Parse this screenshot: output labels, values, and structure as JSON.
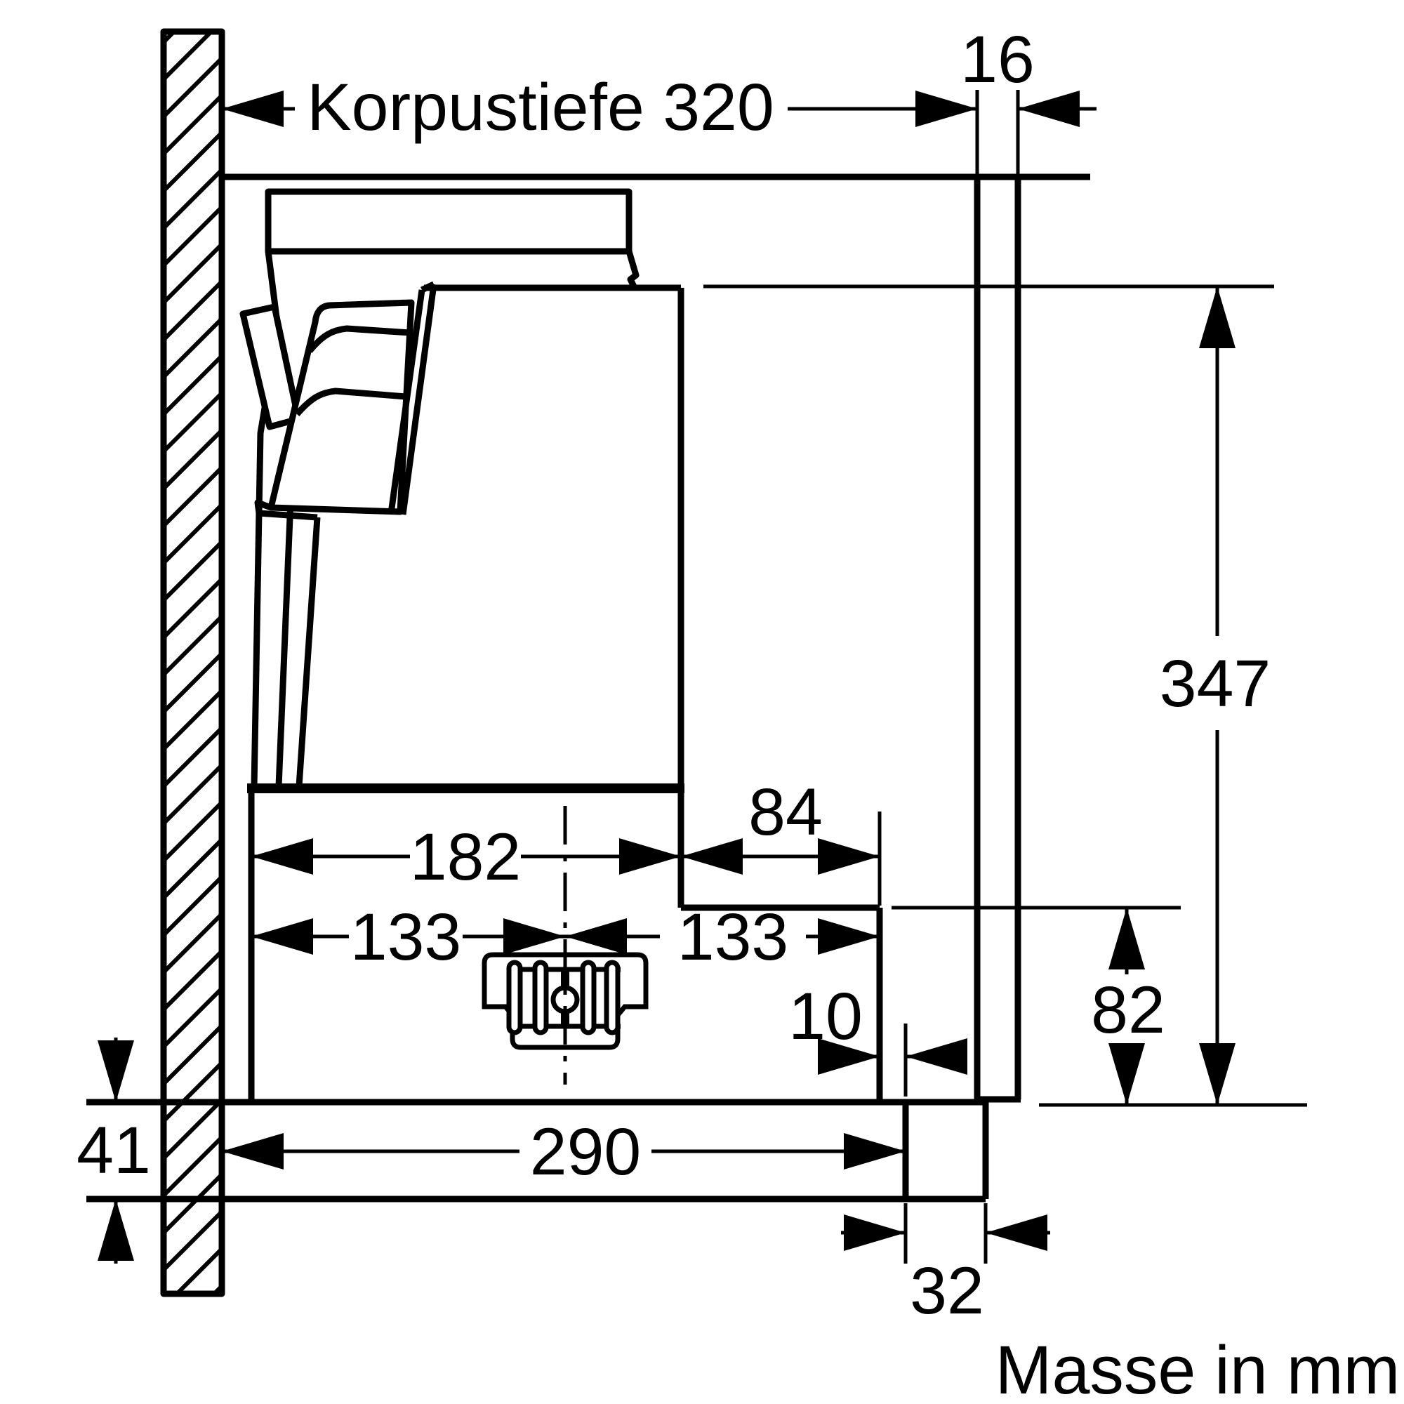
{
  "drawing": {
    "labels": {
      "korpustiefe": "Korpustiefe 320",
      "front_panel_thickness": "16",
      "pullout_height": "347",
      "body_depth": "182",
      "step_depth": "84",
      "duct_offset_left": "133",
      "duct_offset_right": "133",
      "front_gap": "10",
      "lower_front_height": "82",
      "shelf_thickness": "41",
      "cutout_depth": "290",
      "front_rail_width": "32"
    },
    "note": "Masse in mm",
    "colors": {
      "line": "#000000",
      "background": "#ffffff"
    }
  }
}
